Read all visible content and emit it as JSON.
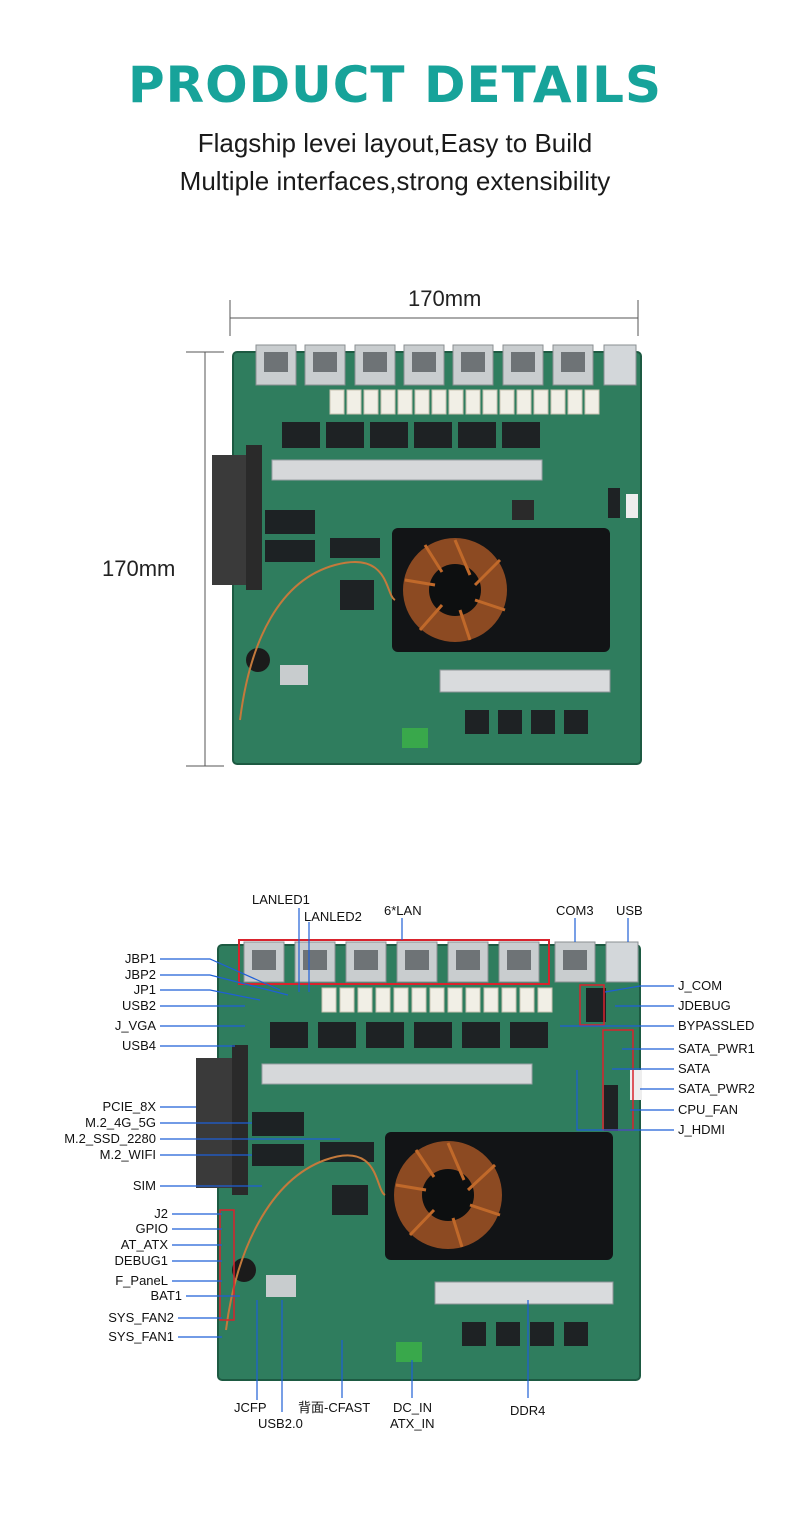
{
  "header": {
    "title": "PRODUCT DETAILS",
    "subtitle_line1": "Flagship levei layout,Easy to Build",
    "subtitle_line2": "Multiple interfaces,strong extensibility"
  },
  "dimensions": {
    "width": "170mm",
    "height": "170mm"
  },
  "colors": {
    "title": "#17a39a",
    "board": "#2e7d5c",
    "callout_line": "#1e5fd6",
    "highlight_box": "#d9232d",
    "dim_line": "#555555"
  },
  "callouts": {
    "top": [
      "LANLED1",
      "LANLED2",
      "6*LAN",
      "COM3",
      "USB"
    ],
    "left": [
      "JBP1",
      "JBP2",
      "JP1",
      "USB2",
      "J_VGA",
      "USB4",
      "PCIE_8X",
      "M.2_4G_5G",
      "M.2_SSD_2280",
      "M.2_WIFI",
      "SIM",
      "J2",
      "GPIO",
      "AT_ATX",
      "DEBUG1",
      "F_PaneL",
      "BAT1",
      "SYS_FAN2",
      "SYS_FAN1"
    ],
    "right": [
      "J_COM",
      "JDEBUG",
      "BYPASSLED",
      "SATA_PWR1",
      "SATA",
      "SATA_PWR2",
      "CPU_FAN",
      "J_HDMI"
    ],
    "bottom": [
      "JCFP",
      "USB2.0",
      "背面-CFAST",
      "DC_IN",
      "ATX_IN",
      "DDR4"
    ]
  }
}
